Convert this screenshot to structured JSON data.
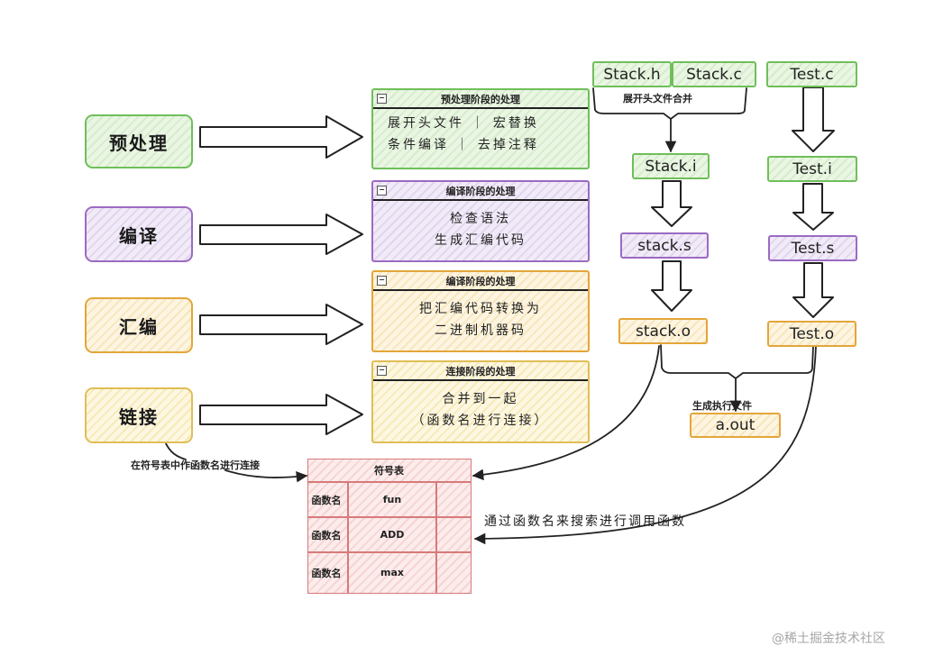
{
  "stages": [
    {
      "label": "预处理",
      "theme": "green"
    },
    {
      "label": "编译",
      "theme": "purple"
    },
    {
      "label": "汇编",
      "theme": "orange"
    },
    {
      "label": "链接",
      "theme": "yellow"
    }
  ],
  "panels": [
    {
      "title": "预处理阶段的处理",
      "lines": [
        "展开头文件 ｜ 宏替换",
        "条件编译  ｜ 去掉注释"
      ]
    },
    {
      "title": "编译阶段的处理",
      "lines": [
        "检查语法",
        "生成汇编代码"
      ]
    },
    {
      "title": "编译阶段的处理",
      "lines": [
        "把汇编代码转换为",
        "二进制机器码"
      ]
    },
    {
      "title": "连接阶段的处理",
      "lines": [
        "合并到一起",
        "（函数名进行连接）"
      ]
    }
  ],
  "files": {
    "stack_h": "Stack.h",
    "stack_c": "Stack.c",
    "test_c": "Test.c",
    "merge_label": "展开头文件合并",
    "stack_i": "Stack.i",
    "test_i": "Test.i",
    "stack_s": "stack.s",
    "test_s": "Test.s",
    "stack_o": "stack.o",
    "test_o": "Test.o",
    "exe_label": "生成执行文件",
    "a_out": "a.out"
  },
  "symbol_table": {
    "title": "符号表",
    "rows": [
      {
        "key": "函数名",
        "value": "fun"
      },
      {
        "key": "函数名",
        "value": "ADD"
      },
      {
        "key": "函数名",
        "value": "max"
      }
    ]
  },
  "annotations": {
    "left_note": "在符号表中作函数名进行连接",
    "right_note": "通过函数名来搜索进行调用函数"
  },
  "watermark": "@稀土掘金技术社区"
}
